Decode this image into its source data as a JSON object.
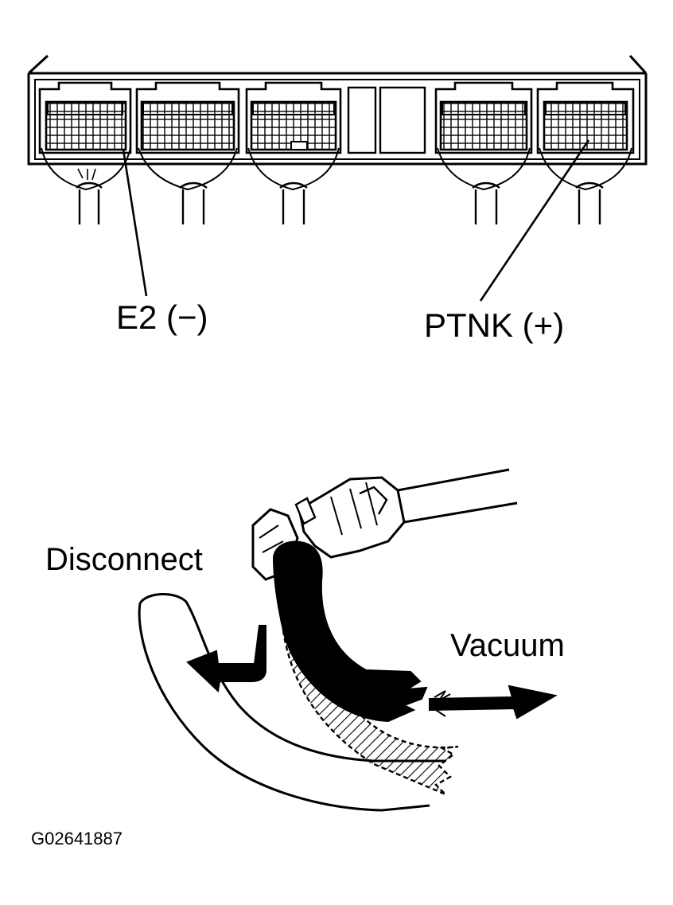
{
  "labels": {
    "e2": "E2 (−)",
    "ptnk": "PTNK (+)",
    "disconnect": "Disconnect",
    "vacuum": "Vacuum",
    "figure_code": "G02641887"
  },
  "colors": {
    "ink": "#000000",
    "paper": "#ffffff"
  }
}
